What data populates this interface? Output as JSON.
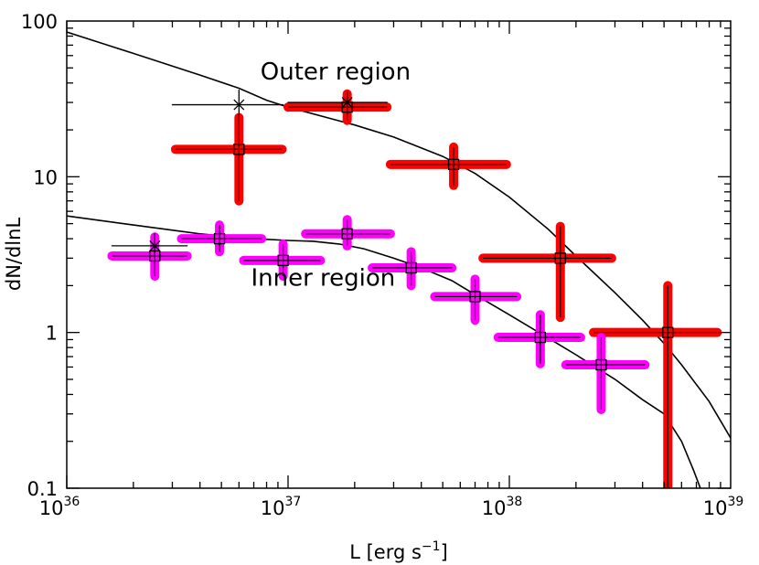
{
  "chart_data": {
    "type": "scatter",
    "xscale": "log",
    "yscale": "log",
    "xlim": [
      1e+36,
      1e+39
    ],
    "ylim": [
      0.1,
      100
    ],
    "xlabel": "L [erg s",
    "xlabel_sup": "−1",
    "xlabel_end": "]",
    "ylabel": "dN/dlnL",
    "grid": false,
    "x_ticks": [
      {
        "value": 1e+36,
        "base": "10",
        "exp": "36"
      },
      {
        "value": 1e+37,
        "base": "10",
        "exp": "37"
      },
      {
        "value": 1e+38,
        "base": "10",
        "exp": "38"
      },
      {
        "value": 1e+39,
        "base": "10",
        "exp": "39"
      }
    ],
    "y_ticks": [
      {
        "value": 0.1,
        "label": "0.1"
      },
      {
        "value": 1,
        "label": "1"
      },
      {
        "value": 10,
        "label": "10"
      },
      {
        "value": 100,
        "label": "100"
      }
    ],
    "annotations": [
      {
        "text": "Outer region",
        "x": 7.5e+36,
        "y": 42
      },
      {
        "text": "Inner region",
        "x": 6.8e+36,
        "y": 2.0
      }
    ],
    "series": [
      {
        "color": "#ff0000",
        "marker": "square",
        "points": [
          {
            "x": 6e+36,
            "y": 15,
            "xlo": 3.1e+36,
            "xhi": 9.4e+36,
            "ylo": 7.0,
            "yhi": 24
          },
          {
            "x": 1.85e+37,
            "y": 28,
            "xlo": 1e+37,
            "xhi": 2.8e+37,
            "ylo": 23,
            "yhi": 34
          },
          {
            "x": 5.6e+37,
            "y": 12,
            "xlo": 2.9e+37,
            "xhi": 9.7e+37,
            "ylo": 8.8,
            "yhi": 15.5
          },
          {
            "x": 1.7e+38,
            "y": 3.0,
            "xlo": 7.6e+37,
            "xhi": 2.9e+38,
            "ylo": 1.25,
            "yhi": 4.8
          },
          {
            "x": 5.2e+38,
            "y": 1.0,
            "xlo": 2.4e+38,
            "xhi": 8.7e+38,
            "ylo": 0.1,
            "yhi": 2.0
          }
        ]
      },
      {
        "color": "#ff00ff",
        "marker": "square",
        "points": [
          {
            "x": 2.5e+36,
            "y": 3.1,
            "xlo": 1.6e+36,
            "xhi": 3.5e+36,
            "ylo": 2.3,
            "yhi": 4.1
          },
          {
            "x": 4.9e+36,
            "y": 4.0,
            "xlo": 3.3e+36,
            "xhi": 7.6e+36,
            "ylo": 3.3,
            "yhi": 4.9
          },
          {
            "x": 9.5e+36,
            "y": 2.9,
            "xlo": 6.3e+36,
            "xhi": 1.4e+37,
            "ylo": 2.3,
            "yhi": 3.7
          },
          {
            "x": 1.85e+37,
            "y": 4.3,
            "xlo": 1.2e+37,
            "xhi": 2.9e+37,
            "ylo": 3.6,
            "yhi": 5.3
          },
          {
            "x": 3.6e+37,
            "y": 2.6,
            "xlo": 2.4e+37,
            "xhi": 5.5e+37,
            "ylo": 2.0,
            "yhi": 3.3
          },
          {
            "x": 7e+37,
            "y": 1.7,
            "xlo": 4.6e+37,
            "xhi": 1.08e+38,
            "ylo": 1.2,
            "yhi": 2.2
          },
          {
            "x": 1.38e+38,
            "y": 0.93,
            "xlo": 8.9e+37,
            "xhi": 2.1e+38,
            "ylo": 0.63,
            "yhi": 1.3
          },
          {
            "x": 2.6e+38,
            "y": 0.62,
            "xlo": 1.8e+38,
            "xhi": 4.1e+38,
            "ylo": 0.32,
            "yhi": 0.93
          }
        ]
      },
      {
        "color": "#000000",
        "marker": "asterisk",
        "points": [
          {
            "x": 6e+36,
            "y": 29,
            "xlo": 3e+36,
            "xhi": 9.5e+36,
            "ylo": 23,
            "yhi": 36
          },
          {
            "x": 1.85e+37,
            "y": 30,
            "xlo": 1e+37,
            "xhi": 2.8e+37,
            "ylo": 25,
            "yhi": 35
          },
          {
            "x": 2.5e+36,
            "y": 3.6,
            "xlo": 1.6e+36,
            "xhi": 3.5e+36,
            "ylo": 3.1,
            "yhi": 4.3
          }
        ]
      }
    ],
    "model_curves": [
      {
        "color": "#000000",
        "points": [
          [
            1e+36,
            85
          ],
          [
            2e+36,
            62
          ],
          [
            4e+36,
            45
          ],
          [
            6e+36,
            37
          ],
          [
            8e+36,
            31
          ],
          [
            1e+37,
            28
          ],
          [
            1.5e+37,
            24
          ],
          [
            2e+37,
            21.5
          ],
          [
            3e+37,
            18
          ],
          [
            5e+37,
            13.5
          ],
          [
            7e+37,
            10.5
          ],
          [
            1e+38,
            7.4
          ],
          [
            1.5e+38,
            4.6
          ],
          [
            2e+38,
            3.1
          ],
          [
            3e+38,
            1.8
          ],
          [
            4e+38,
            1.2
          ],
          [
            5e+38,
            0.85
          ],
          [
            6e+38,
            0.62
          ],
          [
            8e+38,
            0.36
          ],
          [
            1e+39,
            0.21
          ]
        ]
      },
      {
        "color": "#000000",
        "points": [
          [
            1e+36,
            5.6
          ],
          [
            2e+36,
            4.9
          ],
          [
            4e+36,
            4.3
          ],
          [
            7e+36,
            4.0
          ],
          [
            1e+37,
            3.9
          ],
          [
            1.3e+37,
            3.85
          ],
          [
            1.7e+37,
            3.7
          ],
          [
            2.2e+37,
            3.45
          ],
          [
            3e+37,
            3.0
          ],
          [
            4e+37,
            2.6
          ],
          [
            5.5e+37,
            2.15
          ],
          [
            7e+37,
            1.75
          ],
          [
            1e+38,
            1.3
          ],
          [
            1.5e+38,
            0.92
          ],
          [
            2e+38,
            0.72
          ],
          [
            3e+38,
            0.5
          ],
          [
            4e+38,
            0.37
          ],
          [
            5e+38,
            0.3
          ],
          [
            6e+38,
            0.2
          ],
          [
            6.8e+38,
            0.13
          ],
          [
            7.3e+38,
            0.1
          ]
        ]
      }
    ]
  }
}
